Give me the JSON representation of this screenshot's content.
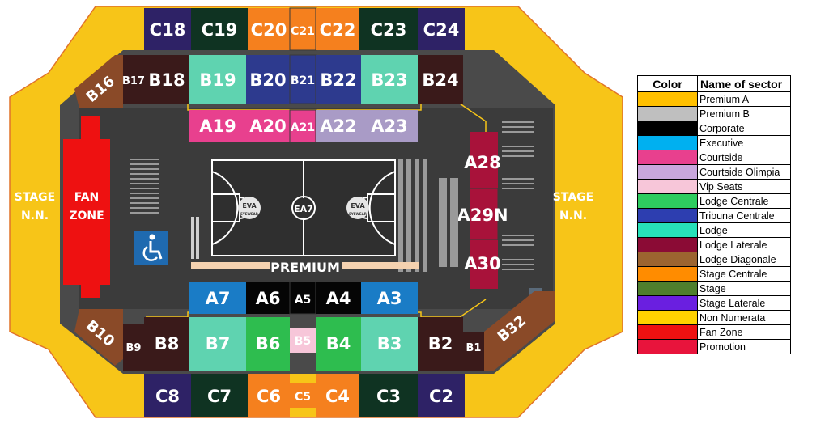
{
  "map": {
    "stage_left": [
      "STAGE",
      "N.N."
    ],
    "stage_right": [
      "STAGE",
      "N.N."
    ],
    "fan_zone": [
      "FAN",
      "ZONE"
    ],
    "premium": "PREMIUM",
    "court_logo": "EA7",
    "court_side_logo": "EVA",
    "court_side_sub": "EYEWEAR",
    "wheelchair_icon": "accessibility-icon"
  },
  "sectors": {
    "C18": "C18",
    "C19": "C19",
    "C20": "C20",
    "C21": "C21",
    "C22": "C22",
    "C23": "C23",
    "C24": "C24",
    "B16": "B16",
    "B17": "B17",
    "B18": "B18",
    "B19": "B19",
    "B20": "B20",
    "B21": "B21",
    "B22": "B22",
    "B23": "B23",
    "B24": "B24",
    "A19": "A19",
    "A20": "A20",
    "A21": "A21",
    "A22": "A22",
    "A23": "A23",
    "A28": "A28",
    "A29N": "A29N",
    "A30": "A30",
    "A7": "A7",
    "A6": "A6",
    "A5": "A5",
    "A4": "A4",
    "A3": "A3",
    "B10": "B10",
    "B9": "B9",
    "B8": "B8",
    "B7": "B7",
    "B6": "B6",
    "B5": "B5",
    "B4": "B4",
    "B3": "B3",
    "B2": "B2",
    "B1": "B1",
    "B32": "B32",
    "C8": "C8",
    "C7": "C7",
    "C6": "C6",
    "C5": "C5",
    "C4": "C4",
    "C3": "C3",
    "C2": "C2"
  },
  "legend": {
    "header_color": "Color",
    "header_name": "Name of sector",
    "rows": [
      {
        "color": "#ffc000",
        "name": "Premium A"
      },
      {
        "color": "#bfbfbf",
        "name": "Premium B"
      },
      {
        "color": "#000000",
        "name": "Corporate"
      },
      {
        "color": "#00b0f0",
        "name": "Executive"
      },
      {
        "color": "#e8408e",
        "name": "Courtside"
      },
      {
        "color": "#c9a7dd",
        "name": "Courtside Olimpia"
      },
      {
        "color": "#f7c6d9",
        "name": "Vip Seats"
      },
      {
        "color": "#2ecc5f",
        "name": "Lodge Centrale"
      },
      {
        "color": "#2d3eb0",
        "name": "Tribuna Centrale"
      },
      {
        "color": "#27e1b9",
        "name": "Lodge"
      },
      {
        "color": "#8b0b35",
        "name": "Lodge Laterale"
      },
      {
        "color": "#9c6430",
        "name": "Lodge Diagonale"
      },
      {
        "color": "#ff8c00",
        "name": "Stage Centrale"
      },
      {
        "color": "#4f7f2d",
        "name": "Stage"
      },
      {
        "color": "#6a1fe0",
        "name": "Stage Laterale"
      },
      {
        "color": "#ffd200",
        "name": "Non Numerata"
      },
      {
        "color": "#ee1111",
        "name": "Fan Zone"
      },
      {
        "color": "#e8143c",
        "name": "Promotion"
      }
    ]
  }
}
